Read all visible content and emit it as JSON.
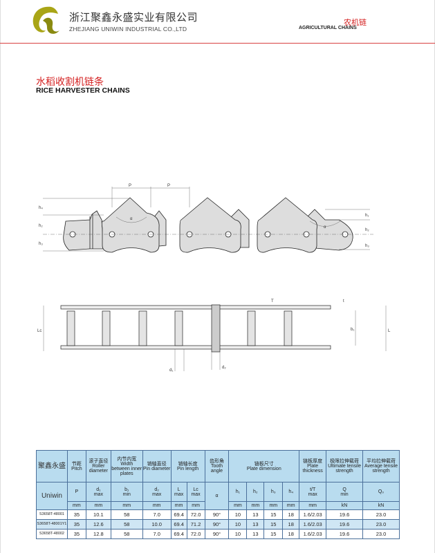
{
  "header": {
    "company_cn": "浙江聚鑫永盛实业有限公司",
    "company_en": "ZHEJIANG UNIWIN  INDUSTRIAL CO.,LTD",
    "category_cn": "农机链",
    "category_en": "AGRICULTURAL  CHAINS"
  },
  "title": {
    "cn": "水稻收割机链条",
    "en": "RICE HARVESTER CHAINS"
  },
  "diagram": {
    "labels": {
      "p": "P",
      "alpha": "α",
      "h1": "h₁",
      "h2": "h₂",
      "h3": "h₃",
      "h4": "h₄",
      "T": "T",
      "t": "t",
      "Lc": "Lc",
      "L": "L",
      "b1": "b₁",
      "d1": "d₁",
      "d2": "d₂"
    }
  },
  "table": {
    "brand_cn": "聚鑫永盛",
    "brand_en": "Uniwin",
    "headers": [
      {
        "cn": "节距",
        "en": "Pitch",
        "sym": "P",
        "unit": "mm"
      },
      {
        "cn": "滚子直径",
        "en": "Roller diameter",
        "sym": "d₁",
        "sub": "max",
        "unit": "mm"
      },
      {
        "cn": "内节内宽",
        "en": "Width between inner plates",
        "sym": "b₁",
        "sub": "min",
        "unit": "mm"
      },
      {
        "cn": "销轴直径",
        "en": "Pin diameter",
        "sym": "d₂",
        "sub": "max",
        "unit": "mm"
      },
      {
        "cn": "销轴长度",
        "en": "Pin length",
        "sym": "L",
        "sub": "max",
        "unit": "mm",
        "sym2": "Lc",
        "sub2": "max",
        "unit2": "mm"
      },
      {
        "cn": "齿形角",
        "en": "Tooth angle",
        "sym": "α"
      },
      {
        "cn": "链板尺寸",
        "en": "Plate dimension",
        "syms": [
          "h₁",
          "h₂",
          "h₃",
          "h₄"
        ],
        "unit": "mm"
      },
      {
        "cn": "链板厚度",
        "en": "Plate thickness",
        "sym": "t/T",
        "sub": "max",
        "unit": "mm"
      },
      {
        "cn": "极限拉伸载荷",
        "en": "Ultimate tensile strength",
        "sym": "Q",
        "sub": "min",
        "unit": "kN"
      },
      {
        "cn": "平均拉伸载荷",
        "en": "Average tensile strength",
        "sym": "Q₀",
        "unit": "kN"
      }
    ],
    "rows": [
      [
        "S3658T-48001",
        "35",
        "10.1",
        "58",
        "7.0",
        "69.4",
        "72.0",
        "90°",
        "10",
        "13",
        "15",
        "18",
        "1.6/2.03",
        "19.6",
        "23.0"
      ],
      [
        "S3658T-48001Y1",
        "35",
        "12.6",
        "58",
        "10.0",
        "69.4",
        "71.2",
        "90°",
        "10",
        "13",
        "15",
        "18",
        "1.6/2.03",
        "19.6",
        "23.0"
      ],
      [
        "S3658T-48002",
        "35",
        "12.8",
        "58",
        "7.0",
        "69.4",
        "72.0",
        "90°",
        "10",
        "13",
        "15",
        "18",
        "1.6/2.03",
        "19.6",
        "23.0"
      ]
    ]
  }
}
